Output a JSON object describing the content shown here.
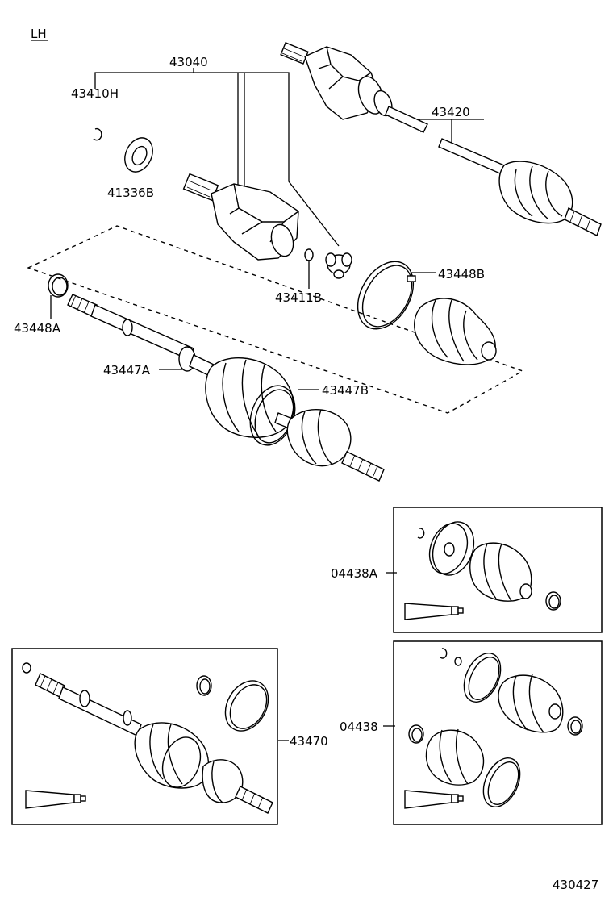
{
  "diagram": {
    "side_label": "LH",
    "figure_number": "430427",
    "parts": {
      "p43040": "43040",
      "p43410H": "43410H",
      "p41336B": "41336B",
      "p43420": "43420",
      "p43448B": "43448B",
      "p43411B": "43411B",
      "p43448A": "43448A",
      "p43447A": "43447A",
      "p43447B": "43447B",
      "p04438A": "04438A",
      "p43470": "43470",
      "p04438": "04438"
    }
  }
}
